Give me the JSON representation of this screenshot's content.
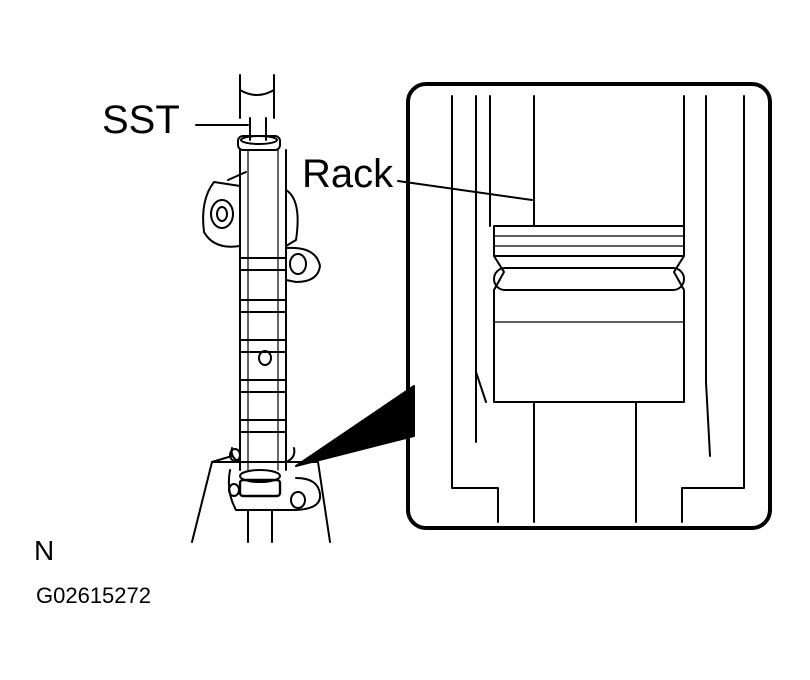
{
  "labels": {
    "sst": "SST",
    "rack": "Rack",
    "north": "N",
    "figure_id": "G02615272"
  },
  "colors": {
    "ink": "#000000",
    "paper": "#ffffff"
  }
}
